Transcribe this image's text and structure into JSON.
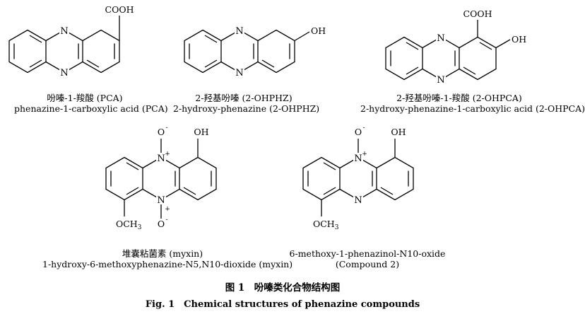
{
  "compounds": [
    {
      "atoms": {
        "n_top": "N",
        "n_bottom": "N",
        "cooh": "COOH"
      },
      "label_cn": "吩嗪-1-羧酸 (PCA)",
      "label_en": "phenazine-1-carboxylic acid (PCA)"
    },
    {
      "atoms": {
        "n_top": "N",
        "n_bottom": "N",
        "oh": "OH"
      },
      "label_cn": "2-羟基吩嗪 (2-OHPHZ)",
      "label_en": "2-hydroxy-phenazine (2-OHPHZ)"
    },
    {
      "atoms": {
        "n_top": "N",
        "n_bottom": "N",
        "cooh": "COOH",
        "oh": "OH"
      },
      "label_cn": "2-羟基吩嗪-1-羧酸 (2-OHPCA)",
      "label_en": "2-hydroxy-phenazine-1-carboxylic acid (2-OHPCA)"
    },
    {
      "atoms": {
        "n_top": "N",
        "n_bottom": "N",
        "oh": "OH",
        "och3": "OCH",
        "och3_sub": "3",
        "o_top": "O",
        "o_bottom": "O",
        "plus": "+",
        "minus": "-"
      },
      "label_cn": "堆囊粘菌素 (myxin)",
      "label_en": "1-hydroxy-6-methoxyphenazine-N5,N10-dioxide (myxin)"
    },
    {
      "atoms": {
        "n_top": "N",
        "n_bottom": "N",
        "oh": "OH",
        "och3": "OCH",
        "och3_sub": "3",
        "o_top": "O",
        "plus": "+",
        "minus": "-"
      },
      "label_cn": "6-methoxy-1-phenazinol-N10-oxide",
      "label_en": "(Compound 2)"
    }
  ],
  "caption": {
    "cn": "图 1　吩嗪类化合物结构图",
    "en": "Fig. 1　Chemical structures of phenazine compounds"
  }
}
